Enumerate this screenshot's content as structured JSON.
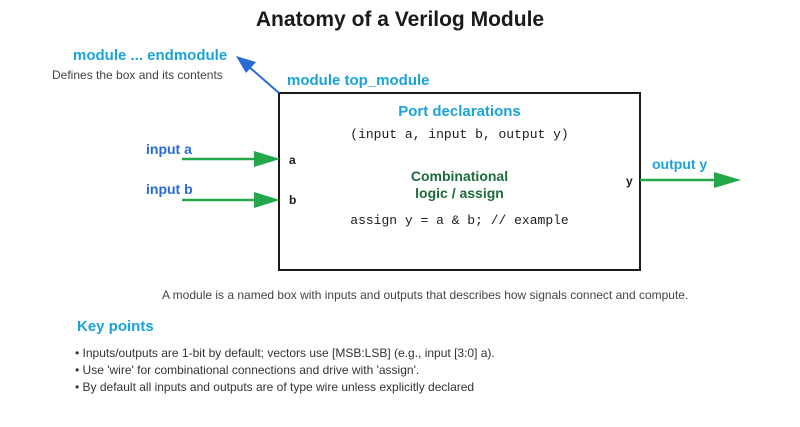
{
  "title": "Anatomy of a Verilog Module",
  "annotation": {
    "title": "module ... endmodule",
    "subtitle": "Defines the box and its contents"
  },
  "module": {
    "name": "module top_module",
    "port_section_title": "Port declarations",
    "port_declaration": "(input a, input b, output y)",
    "logic_line1": "Combinational",
    "logic_line2": "logic / assign",
    "assign_line": "assign y = a & b; // example"
  },
  "inputs": [
    {
      "label": "input a",
      "port": "a"
    },
    {
      "label": "input b",
      "port": "b"
    }
  ],
  "output": {
    "label": "output y",
    "port": "y"
  },
  "caption": "A module is a named box with inputs and outputs that describes how signals connect and compute.",
  "key_points": {
    "title": "Key points",
    "items": [
      "• Inputs/outputs are 1-bit by default; vectors use [MSB:LSB] (e.g., input [3:0] a).",
      "• Use 'wire' for combinational connections and drive with 'assign'.",
      "• By default all inputs and outputs are of type wire unless explicitly declared"
    ]
  },
  "colors": {
    "accent_blue": "#1aa3d9",
    "input_blue": "#2a6ad4",
    "wire_green": "#22a84a",
    "logic_green": "#1b6b3a"
  }
}
